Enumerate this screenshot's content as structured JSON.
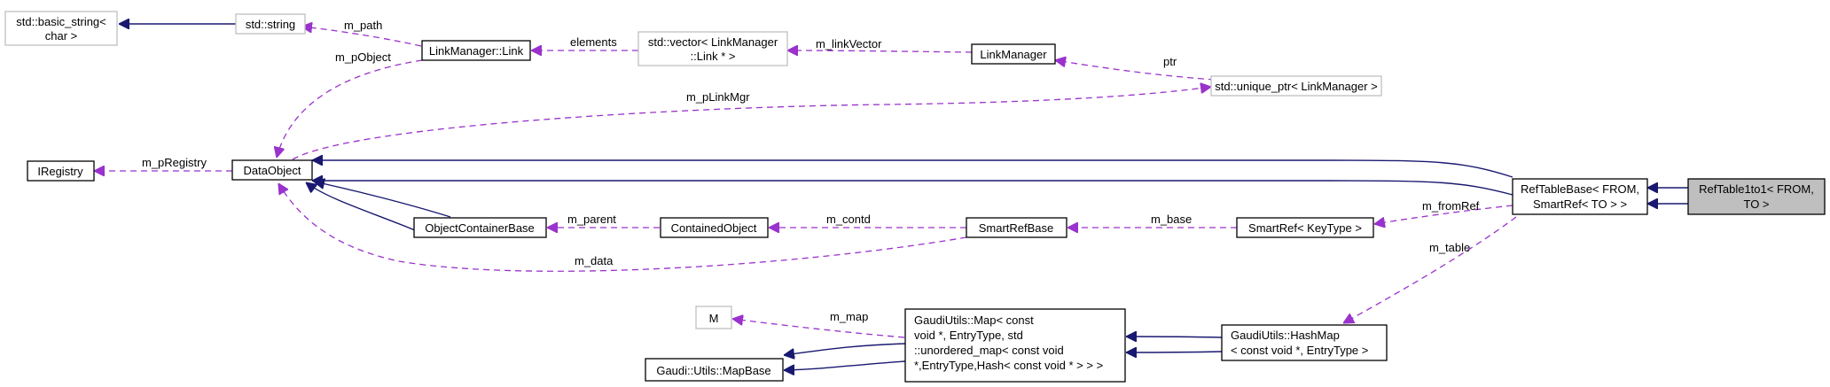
{
  "colors": {
    "inherit_edge": "#191970",
    "usage_edge": "#9a32cd",
    "box_normal": "#000000",
    "box_external": "#bfbfbf",
    "box_selected_fill": "#bfbfbf"
  },
  "nodes": {
    "basic_string": {
      "lines": [
        "std::basic_string<",
        "char >"
      ]
    },
    "std_string": {
      "lines": [
        "std::string"
      ]
    },
    "link": {
      "lines": [
        "LinkManager::Link"
      ]
    },
    "vector_link": {
      "lines": [
        "std::vector< LinkManager",
        "::Link * >"
      ]
    },
    "linkmanager": {
      "lines": [
        "LinkManager"
      ]
    },
    "unique_ptr": {
      "lines": [
        "std::unique_ptr< LinkManager >"
      ]
    },
    "iregistry": {
      "lines": [
        "IRegistry"
      ]
    },
    "dataobject": {
      "lines": [
        "DataObject"
      ]
    },
    "objcontainer": {
      "lines": [
        "ObjectContainerBase"
      ]
    },
    "contained": {
      "lines": [
        "ContainedObject"
      ]
    },
    "smartrefbase": {
      "lines": [
        "SmartRefBase"
      ]
    },
    "smartref": {
      "lines": [
        "SmartRef< KeyType >"
      ]
    },
    "reftablebase": {
      "lines": [
        "RefTableBase< FROM,",
        "SmartRef< TO > >"
      ]
    },
    "reftable1to1": {
      "lines": [
        "RefTable1to1< FROM,",
        "TO >"
      ]
    },
    "m_node": {
      "lines": [
        "M"
      ]
    },
    "gaudimap": {
      "lines": [
        "GaudiUtils::Map< const",
        " void *, EntryType, std",
        "::unordered_map< const void",
        " *,EntryType,Hash< const void * > > >"
      ]
    },
    "mapbase": {
      "lines": [
        "Gaudi::Utils::MapBase"
      ]
    },
    "hashmap": {
      "lines": [
        "GaudiUtils::HashMap",
        "< const void *, EntryType >"
      ]
    }
  },
  "edge_labels": {
    "m_path": "m_path",
    "m_pObject": "m_pObject",
    "elements": "elements",
    "m_linkVector": "m_linkVector",
    "ptr": "ptr",
    "m_pLinkMgr": "m_pLinkMgr",
    "m_pRegistry": "m_pRegistry",
    "m_parent": "m_parent",
    "m_contd": "m_contd",
    "m_base": "m_base",
    "m_fromRef": "m_fromRef",
    "m_data": "m_data",
    "m_table": "m_table",
    "m_map": "m_map"
  }
}
